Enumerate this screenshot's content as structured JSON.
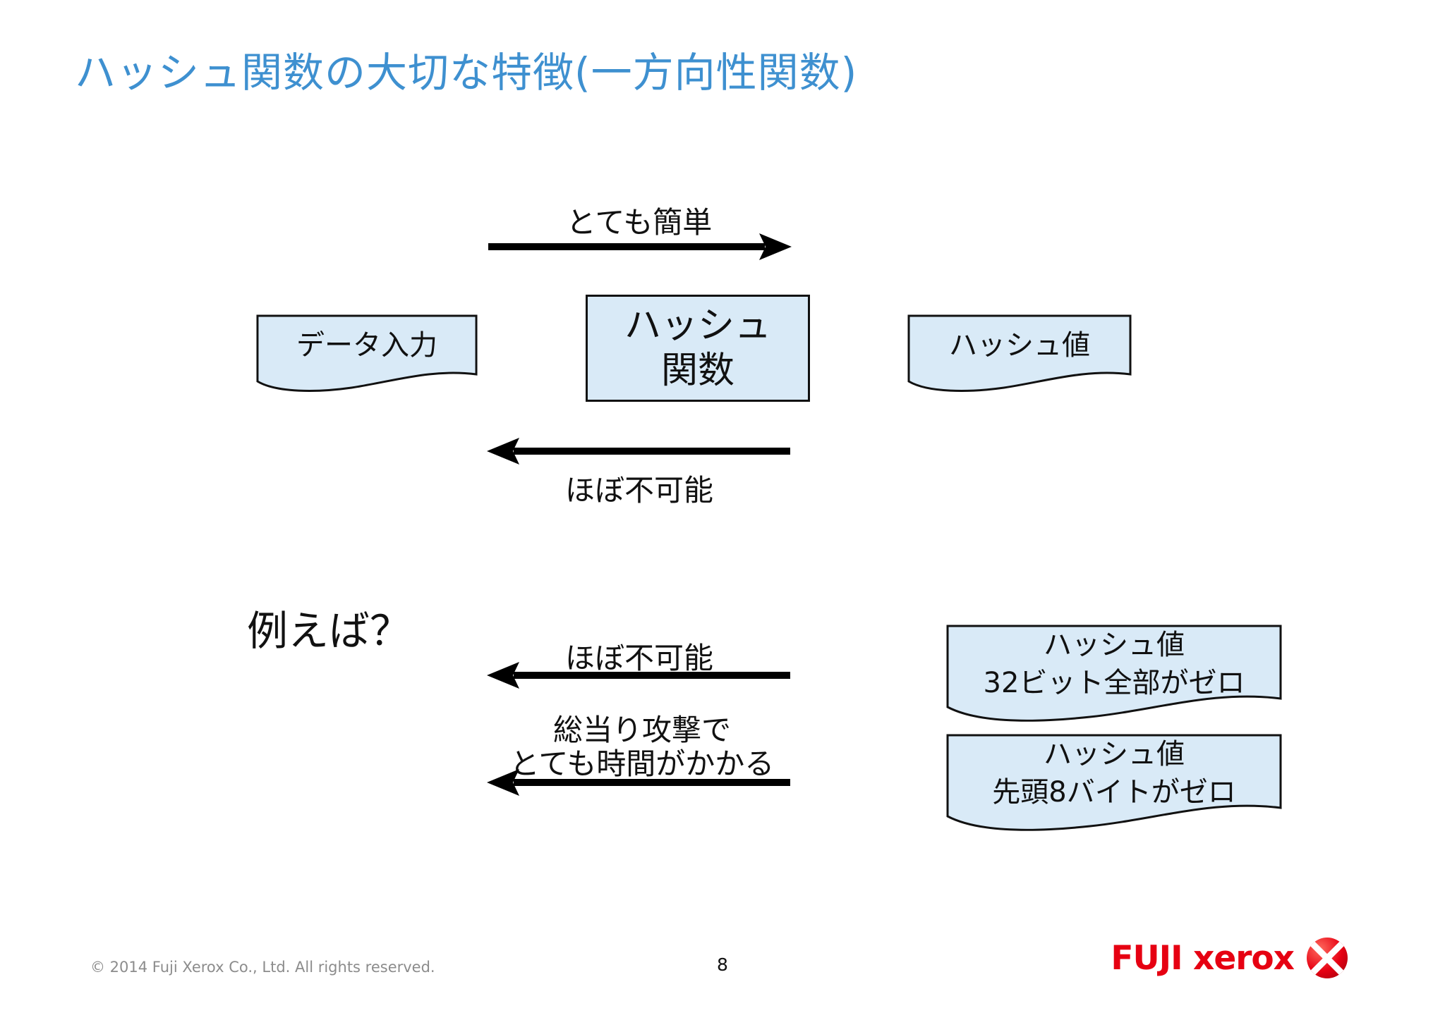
{
  "title": "ハッシュ関数の大切な特徴(一方向性関数)",
  "top_diagram": {
    "forward_arrow_label": "とても簡単",
    "input_box_label": "データ入力",
    "function_box_line1": "ハッシュ",
    "function_box_line2": "関数",
    "output_box_label": "ハッシュ値",
    "reverse_arrow_label": "ほぼ不可能"
  },
  "examples": {
    "heading": "例えば？",
    "example1": {
      "arrow_label": "ほぼ不可能",
      "box_line1": "ハッシュ値",
      "box_line2": "32ビット全部がゼロ"
    },
    "example2": {
      "arrow_label_line1": "総当り攻撃で",
      "arrow_label_line2": "とても時間がかかる",
      "box_line1": "ハッシュ値",
      "box_line2": "先頭8バイトがゼロ"
    }
  },
  "footer": {
    "copyright": "© 2014 Fuji Xerox Co., Ltd. All rights reserved.",
    "page_number": "8",
    "logo_text": "FUJI xerox"
  },
  "colors": {
    "title_blue": "#3E90D0",
    "box_fill": "#D9EAF7",
    "box_border": "#111111",
    "arrow_black": "#000000",
    "logo_red": "#E60012",
    "footer_gray": "#8C8C8C"
  },
  "icons": {
    "forward_arrow": "arrow-right-icon",
    "reverse_arrow": "arrow-left-icon",
    "example1_arrow": "arrow-left-icon",
    "example2_arrow": "arrow-left-icon",
    "logo_sphere": "fuji-xerox-sphere-icon"
  }
}
